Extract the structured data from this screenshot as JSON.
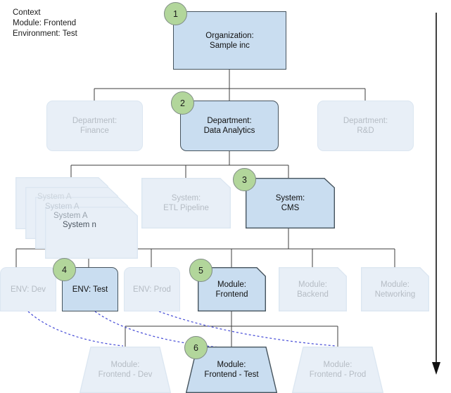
{
  "context": {
    "title": "Context",
    "module_line": "Module: Frontend",
    "environment_line": "Environment: Test"
  },
  "colors": {
    "active_fill": "#c9ddf0",
    "active_stroke": "#46545e",
    "dim_fill": "#e8eff7",
    "dim_stroke": "#dbe6f1",
    "dim_text": "#b5bcc4",
    "badge_fill": "#b2d69b",
    "badge_stroke": "#7f8c85",
    "edge": "#3c3c3c",
    "dashed_edge": "#4a50d8",
    "text": "#101010"
  },
  "nodes": {
    "organization": {
      "line1": "Organization:",
      "line2": "Sample inc",
      "state": "active",
      "shape": "rect",
      "badge": "1"
    },
    "departments": [
      {
        "line1": "Department:",
        "line2": "Finance",
        "state": "dim",
        "shape": "round",
        "badge": ""
      },
      {
        "line1": "Department:",
        "line2": "Data Analytics",
        "state": "active",
        "shape": "round",
        "badge": "2"
      },
      {
        "line1": "Department:",
        "line2": "R&D",
        "state": "dim",
        "shape": "round",
        "badge": ""
      }
    ],
    "system_stack": {
      "labels": [
        "System A",
        "System A",
        "System A",
        "System n"
      ],
      "state": "dim"
    },
    "systems": [
      {
        "line1": "System:",
        "line2": "ETL Pipeline",
        "state": "dim",
        "shape": "notch",
        "badge": ""
      },
      {
        "line1": "System:",
        "line2": "CMS",
        "state": "active",
        "shape": "notch",
        "badge": "3"
      }
    ],
    "environments": [
      {
        "line1": "ENV: Dev",
        "line2": "",
        "state": "dim",
        "shape": "roundtop",
        "badge": ""
      },
      {
        "line1": "ENV: Test",
        "line2": "",
        "state": "active",
        "shape": "roundtop",
        "badge": "4"
      },
      {
        "line1": "ENV: Prod",
        "line2": "",
        "state": "dim",
        "shape": "roundtop",
        "badge": ""
      }
    ],
    "modules": [
      {
        "line1": "Module:",
        "line2": "Frontend",
        "state": "active",
        "shape": "notch",
        "badge": "5"
      },
      {
        "line1": "Module:",
        "line2": "Backend",
        "state": "dim",
        "shape": "notch",
        "badge": ""
      },
      {
        "line1": "Module:",
        "line2": "Networking",
        "state": "dim",
        "shape": "notch",
        "badge": ""
      }
    ],
    "deployments": [
      {
        "line1": "Module:",
        "line2": "Frontend - Dev",
        "state": "dim",
        "shape": "trap",
        "badge": ""
      },
      {
        "line1": "Module:",
        "line2": "Frontend - Test",
        "state": "active",
        "shape": "trap",
        "badge": "6"
      },
      {
        "line1": "Module:",
        "line2": "Frontend - Prod",
        "state": "dim",
        "shape": "trap",
        "badge": ""
      }
    ]
  },
  "flow_arrow": {
    "direction": "down",
    "name": "drill-down-direction-arrow"
  }
}
